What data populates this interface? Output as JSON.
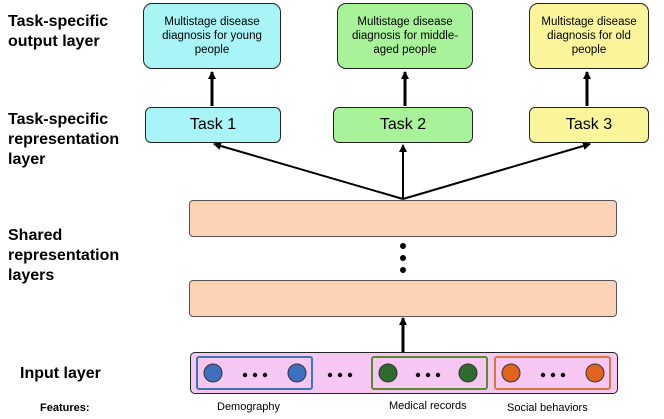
{
  "layers": {
    "output": "Task-specific output layer",
    "representation": "Task-specific representation layer",
    "shared": "Shared representation layers",
    "input": "Input layer",
    "features": "Features:"
  },
  "outputs": [
    "Multistage disease diagnosis for young people",
    "Multistage disease diagnosis for middle-aged people",
    "Multistage disease diagnosis for old people"
  ],
  "tasks": [
    "Task 1",
    "Task 2",
    "Task 3"
  ],
  "feature_groups": [
    "Demography",
    "Medical records",
    "Social behaviors"
  ],
  "ellipsis": "•••",
  "colors": {
    "task1": "#a8f4f6",
    "task2": "#a8f39a",
    "task3": "#faf59a",
    "shared": "#fdd2b6",
    "input": "#f6c7f2",
    "group1": "#3e74b8",
    "group2": "#5a8a2e",
    "group3": "#d6783a",
    "node1": "#3f6fc0",
    "node2": "#2f6a2f",
    "node3": "#e0641e"
  }
}
